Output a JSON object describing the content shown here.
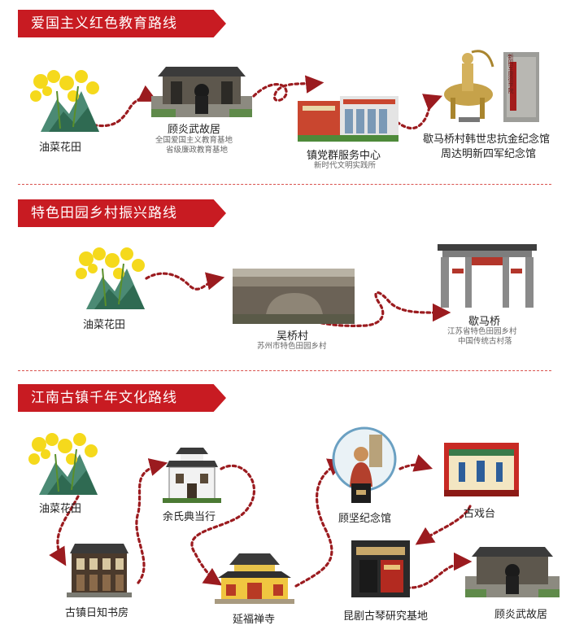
{
  "routes": [
    {
      "title": "爱国主义红色教育路线",
      "stops": [
        {
          "name": "油菜花田"
        },
        {
          "name": "顾炎武故居",
          "notes": [
            "全国爱国主义教育基地",
            "省级廉政教育基地"
          ]
        },
        {
          "name": "镇党群服务中心",
          "notes": [
            "新时代文明实践所"
          ]
        },
        {
          "name": "歇马桥村韩世忠抗金纪念馆",
          "name2": "周达明新四军纪念馆"
        }
      ]
    },
    {
      "title": "特色田园乡村振兴路线",
      "stops": [
        {
          "name": "油菜花田"
        },
        {
          "name": "吴桥村",
          "notes": [
            "苏州市特色田园乡村"
          ]
        },
        {
          "name": "歇马桥",
          "notes": [
            "江苏省特色田园乡村",
            "中国传统古村落"
          ]
        }
      ]
    },
    {
      "title": "江南古镇千年文化路线",
      "stops": [
        {
          "name": "油菜花田"
        },
        {
          "name": "余氏典当行"
        },
        {
          "name": "顾坚纪念馆"
        },
        {
          "name": "古戏台"
        },
        {
          "name": "古镇日知书房"
        },
        {
          "name": "延福禅寺"
        },
        {
          "name": "昆剧古琴研究基地"
        },
        {
          "name": "顾炎武故居"
        }
      ]
    }
  ],
  "sign_text": "新四军康德学院",
  "colors": {
    "accent": "#c81b22",
    "route": "#9b1b1f"
  }
}
